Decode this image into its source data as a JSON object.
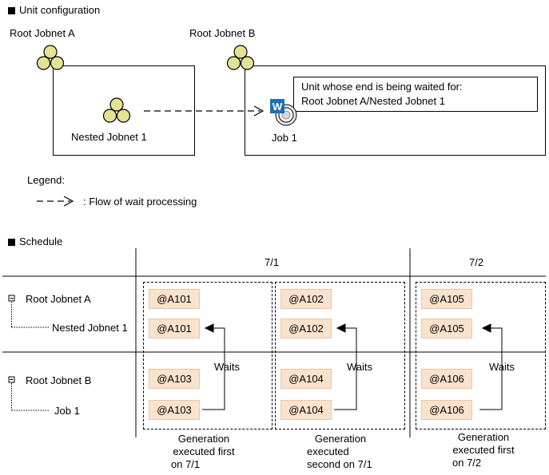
{
  "unit_config": {
    "heading": "Unit configuration",
    "root_a": "Root Jobnet A",
    "root_b": "Root Jobnet B",
    "nested": "Nested Jobnet 1",
    "job": "Job 1",
    "wait_badge": "W",
    "note_line1": "Unit whose end is being waited for:",
    "note_line2": "Root Jobnet A/Nested Jobnet 1",
    "colors": {
      "jobnet_fill": "#e3e493",
      "wait_badge": "#1f6fb2"
    }
  },
  "legend": {
    "title": "Legend:",
    "arrow_label": ": Flow of wait processing"
  },
  "schedule": {
    "heading": "Schedule",
    "dates": [
      "7/1",
      "7/2"
    ],
    "rows": [
      {
        "label": "Root Jobnet A"
      },
      {
        "label": "Nested Jobnet 1"
      },
      {
        "label": "Root Jobnet B"
      },
      {
        "label": "Job 1"
      }
    ],
    "generations": [
      {
        "a": "@A101",
        "nested": "@A101",
        "b": "@A103",
        "job": "@A103",
        "waits": "Waits",
        "caption": [
          "Generation",
          "executed first",
          "on 7/1"
        ]
      },
      {
        "a": "@A102",
        "nested": "@A102",
        "b": "@A104",
        "job": "@A104",
        "waits": "Waits",
        "caption": [
          "Generation",
          "executed",
          "second on 7/1"
        ]
      },
      {
        "a": "@A105",
        "nested": "@A105",
        "b": "@A106",
        "job": "@A106",
        "waits": "Waits",
        "caption": [
          "Generation",
          "executed first",
          "on 7/2"
        ]
      }
    ],
    "colors": {
      "generation_fill": "#fbe2cc"
    }
  }
}
